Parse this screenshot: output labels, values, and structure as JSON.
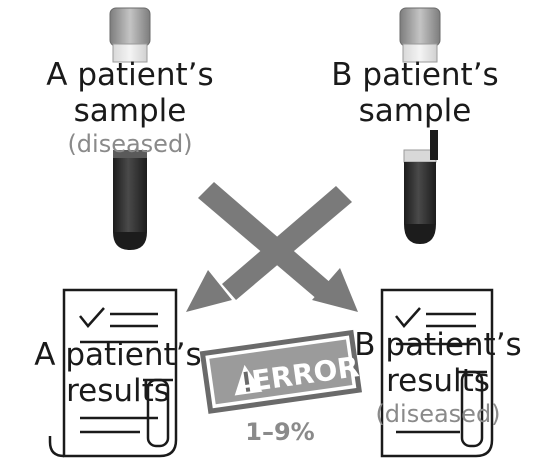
{
  "samples": {
    "a": {
      "line1": "A patient’s",
      "line2": "sample",
      "note": "(diseased)"
    },
    "b": {
      "line1": "B patient’s",
      "line2": "sample"
    }
  },
  "results": {
    "a": {
      "line1": "A patient’s",
      "line2": "results"
    },
    "b": {
      "line1": "B patient’s",
      "line2": "results",
      "note": "(diseased)"
    }
  },
  "error": {
    "stamp": "ERROR",
    "rate": "1–9%"
  },
  "colors": {
    "tube_dark": "#2a2a2a",
    "tube_cap": "#9a9a9a",
    "arrow": "#7a7a7a",
    "document_line": "#1a1a1a",
    "muted_text": "#8a8a8a"
  }
}
